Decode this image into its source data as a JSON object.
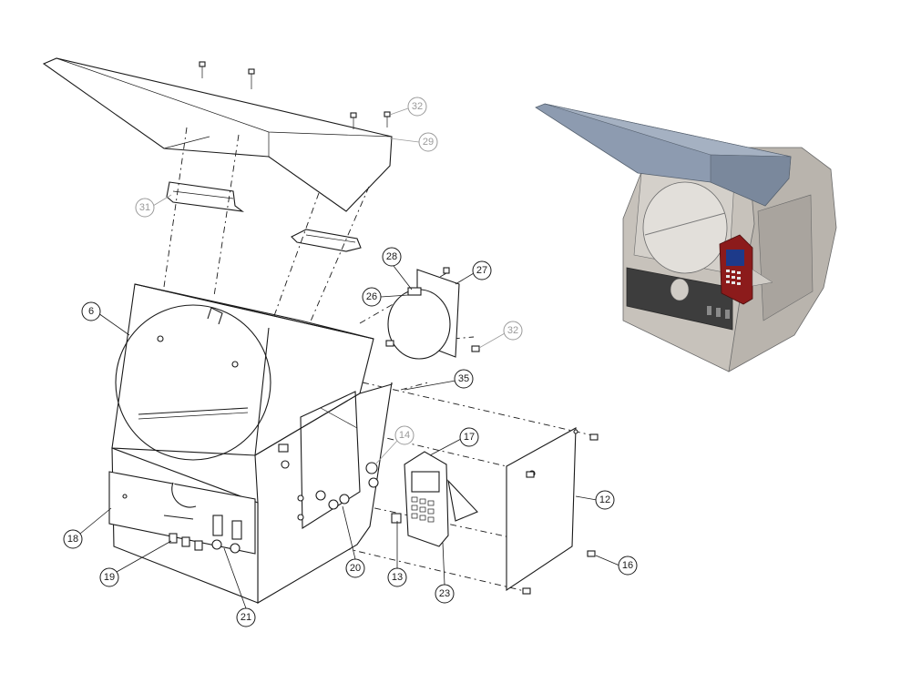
{
  "callouts": [
    {
      "id": "c6",
      "label": "6",
      "tone": "dark"
    },
    {
      "id": "c12",
      "label": "12",
      "tone": "dark"
    },
    {
      "id": "c13",
      "label": "13",
      "tone": "dark"
    },
    {
      "id": "c14",
      "label": "14",
      "tone": "grey"
    },
    {
      "id": "c16",
      "label": "16",
      "tone": "dark"
    },
    {
      "id": "c17",
      "label": "17",
      "tone": "dark"
    },
    {
      "id": "c18",
      "label": "18",
      "tone": "dark"
    },
    {
      "id": "c19",
      "label": "19",
      "tone": "dark"
    },
    {
      "id": "c20",
      "label": "20",
      "tone": "dark"
    },
    {
      "id": "c21",
      "label": "21",
      "tone": "dark"
    },
    {
      "id": "c23",
      "label": "23",
      "tone": "dark"
    },
    {
      "id": "c26",
      "label": "26",
      "tone": "dark"
    },
    {
      "id": "c27",
      "label": "27",
      "tone": "dark"
    },
    {
      "id": "c28",
      "label": "28",
      "tone": "dark"
    },
    {
      "id": "c29",
      "label": "29",
      "tone": "grey"
    },
    {
      "id": "c31",
      "label": "31",
      "tone": "grey"
    },
    {
      "id": "c32a",
      "label": "32",
      "tone": "grey"
    },
    {
      "id": "c32b",
      "label": "32",
      "tone": "grey"
    },
    {
      "id": "c35",
      "label": "35",
      "tone": "dark"
    }
  ],
  "colors": {
    "line": "#1a1a1a",
    "ghost": "#9a9a9a",
    "hood_render": "#8d9bb0",
    "body_render": "#c7c2bb",
    "panel_render": "#3d3d3d",
    "readout_red": "#8c1b1b",
    "readout_screen": "#1d3a8a"
  }
}
